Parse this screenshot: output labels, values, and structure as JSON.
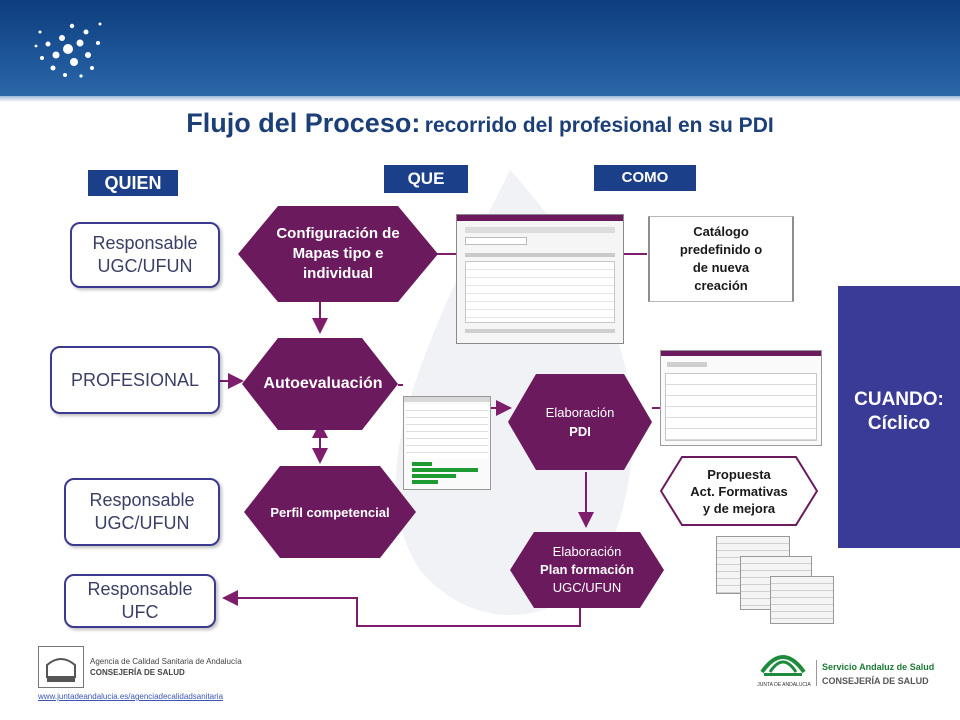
{
  "title": {
    "main": "Flujo del Proceso:",
    "sub": "recorrido del profesional en su PDI"
  },
  "columns": {
    "quien": "QUIEN",
    "que": "QUE",
    "como": "COMO"
  },
  "roles": [
    {
      "line1": "Responsable",
      "line2": "UGC/UFUN"
    },
    {
      "line1": "PROFESIONAL",
      "line2": ""
    },
    {
      "line1": "Responsable",
      "line2": "UGC/UFUN"
    },
    {
      "line1": "Responsable",
      "line2": "UFC"
    }
  ],
  "steps": {
    "config": {
      "l1": "Configuración de",
      "l2": "Mapas tipo e",
      "l3": "individual"
    },
    "auto": "Autoevaluación",
    "perfil": "Perfil competencial",
    "pdi": {
      "l1": "Elaboración",
      "l2": "PDI"
    },
    "plan": {
      "l1": "Elaboración",
      "l2": "Plan formación",
      "l3": "UGC/UFUN"
    }
  },
  "catalog": {
    "l1": "Catálogo",
    "l2": "predefinido o",
    "l3": "de nueva",
    "l4": "creación"
  },
  "propuesta": {
    "l1": "Propuesta",
    "l2": "Act. Formativas",
    "l3": "y de mejora"
  },
  "cuando": {
    "l1": "CUANDO:",
    "l2": "Cíclico"
  },
  "footer": {
    "agency_l1": "Agencia de Calidad Sanitaria de Andalucía",
    "agency_l2": "CONSEJERÍA DE SALUD",
    "link": "www.juntadeandalucia.es/agenciadecalidadsanitaria",
    "junta": "JUNTA DE ANDALUCIA",
    "sas_l1": "Servicio Andaluz de Salud",
    "sas_l2": "CONSEJERÍA DE SALUD"
  },
  "colors": {
    "hex": "#6b1a5e",
    "accent": "#1c3f8a",
    "side": "#3a3a97",
    "arrow": "#7d1d6c"
  }
}
